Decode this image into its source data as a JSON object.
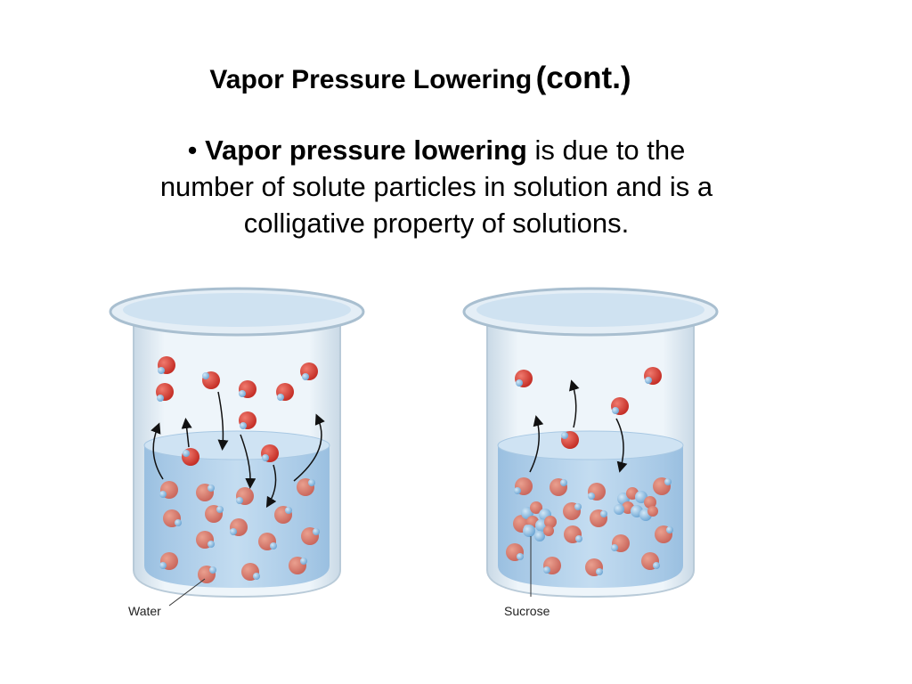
{
  "slide": {
    "title_main": "Vapor Pressure Lowering",
    "title_sub": "(cont.)",
    "bullet": "•",
    "body_bold": "Vapor pressure lowering",
    "body_rest_line1": " is due to the",
    "body_line2": "number of solute particles in solution and is a",
    "body_line3": "colligative property of solutions."
  },
  "figure": {
    "left_label": "Water",
    "right_label": "Sucrose",
    "colors": {
      "water": "#9cc4e6",
      "water_surface": "#b6d6ef",
      "glass": "#dce9f3",
      "molecule_red": "#d6342c",
      "molecule_blue": "#7fb2db"
    },
    "icons": [
      "water-molecule-icon",
      "sucrose-molecule-icon",
      "arrow-icon"
    ]
  }
}
